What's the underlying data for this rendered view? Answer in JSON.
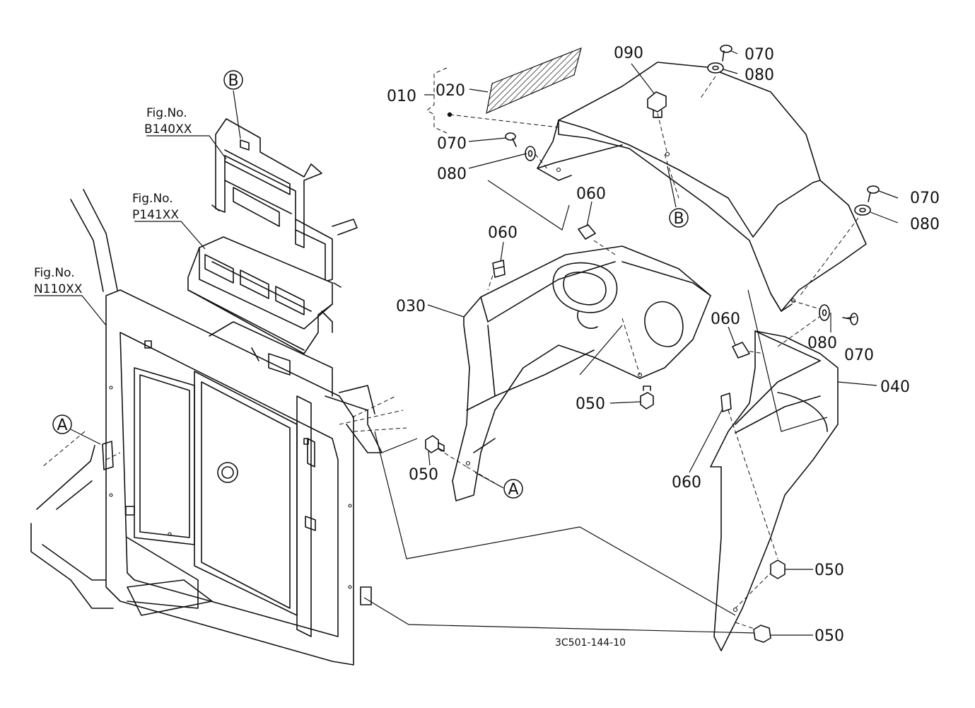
{
  "fig_refs": [
    {
      "label": "Fig.No.",
      "code": "B140XX"
    },
    {
      "label": "Fig.No.",
      "code": "P141XX"
    },
    {
      "label": "Fig.No.",
      "code": "N110XX"
    }
  ],
  "callouts": {
    "a": "A",
    "b": "B"
  },
  "parts": {
    "p010": "010",
    "p020": "020",
    "p030": "030",
    "p040": "040",
    "p050": "050",
    "p060": "060",
    "p070": "070",
    "p080": "080",
    "p090": "090"
  },
  "drawing_number": "3C501-144-10"
}
